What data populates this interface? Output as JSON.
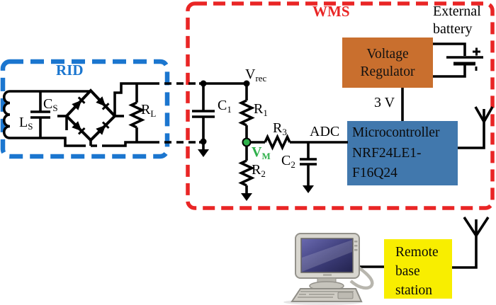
{
  "colors": {
    "rid_border": "#1b76cf",
    "wms_border": "#e92525",
    "regulator_bg": "#c96f2e",
    "microcontroller_bg": "#4178ad",
    "station_bg": "#f8ee00",
    "vm_green": "#2eb04a",
    "wire": "#000000"
  },
  "rid": {
    "title": "RID",
    "inductor": {
      "name": "L",
      "sub": "S"
    },
    "capacitor": {
      "name": "C",
      "sub": "S"
    },
    "load_resistor": {
      "name": "R",
      "sub": "L"
    }
  },
  "wms": {
    "title": "WMS",
    "v_rec": {
      "name": "V",
      "sub": "rec"
    },
    "c1": {
      "name": "C",
      "sub": "1"
    },
    "r1": {
      "name": "R",
      "sub": "1"
    },
    "r2": {
      "name": "R",
      "sub": "2"
    },
    "r3": {
      "name": "R",
      "sub": "3"
    },
    "c2": {
      "name": "C",
      "sub": "2"
    },
    "v_m": {
      "name": "V",
      "sub": "M"
    },
    "adc_label": "ADC",
    "supply_label": "3 V",
    "regulator": {
      "line1": "Voltage",
      "line2": "Regulator"
    },
    "battery": {
      "line1": "External",
      "line2": "battery",
      "plus": "+"
    },
    "microcontroller": {
      "line1": "Microcontroller",
      "line2": "NRF24LE1-",
      "line3": "F16Q24"
    }
  },
  "base_station": {
    "line1": "Remote",
    "line2": "base",
    "line3": "station"
  }
}
